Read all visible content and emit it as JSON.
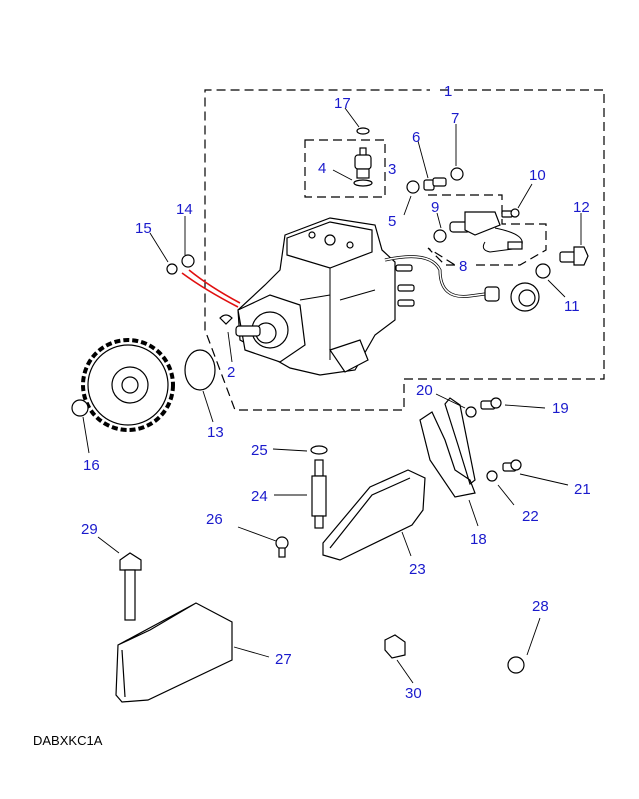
{
  "diagram": {
    "title": "Fuel injection pump exploded parts diagram",
    "drawing_code": "DABXKC1A",
    "callout_color": "#1a1acc",
    "highlight_color": "#e01010",
    "callouts": [
      {
        "id": "1",
        "label": "1"
      },
      {
        "id": "2",
        "label": "2"
      },
      {
        "id": "3",
        "label": "3"
      },
      {
        "id": "4",
        "label": "4"
      },
      {
        "id": "5",
        "label": "5"
      },
      {
        "id": "6",
        "label": "6"
      },
      {
        "id": "7",
        "label": "7"
      },
      {
        "id": "8",
        "label": "8"
      },
      {
        "id": "9",
        "label": "9"
      },
      {
        "id": "10",
        "label": "10"
      },
      {
        "id": "11",
        "label": "11"
      },
      {
        "id": "12",
        "label": "12"
      },
      {
        "id": "13",
        "label": "13"
      },
      {
        "id": "14",
        "label": "14"
      },
      {
        "id": "15",
        "label": "15"
      },
      {
        "id": "16",
        "label": "16"
      },
      {
        "id": "17",
        "label": "17"
      },
      {
        "id": "18",
        "label": "18"
      },
      {
        "id": "19",
        "label": "19"
      },
      {
        "id": "20",
        "label": "20"
      },
      {
        "id": "21",
        "label": "21"
      },
      {
        "id": "22",
        "label": "22"
      },
      {
        "id": "23",
        "label": "23"
      },
      {
        "id": "24",
        "label": "24"
      },
      {
        "id": "25",
        "label": "25"
      },
      {
        "id": "26",
        "label": "26"
      },
      {
        "id": "27",
        "label": "27"
      },
      {
        "id": "28",
        "label": "28"
      },
      {
        "id": "29",
        "label": "29"
      },
      {
        "id": "30",
        "label": "30"
      }
    ]
  }
}
